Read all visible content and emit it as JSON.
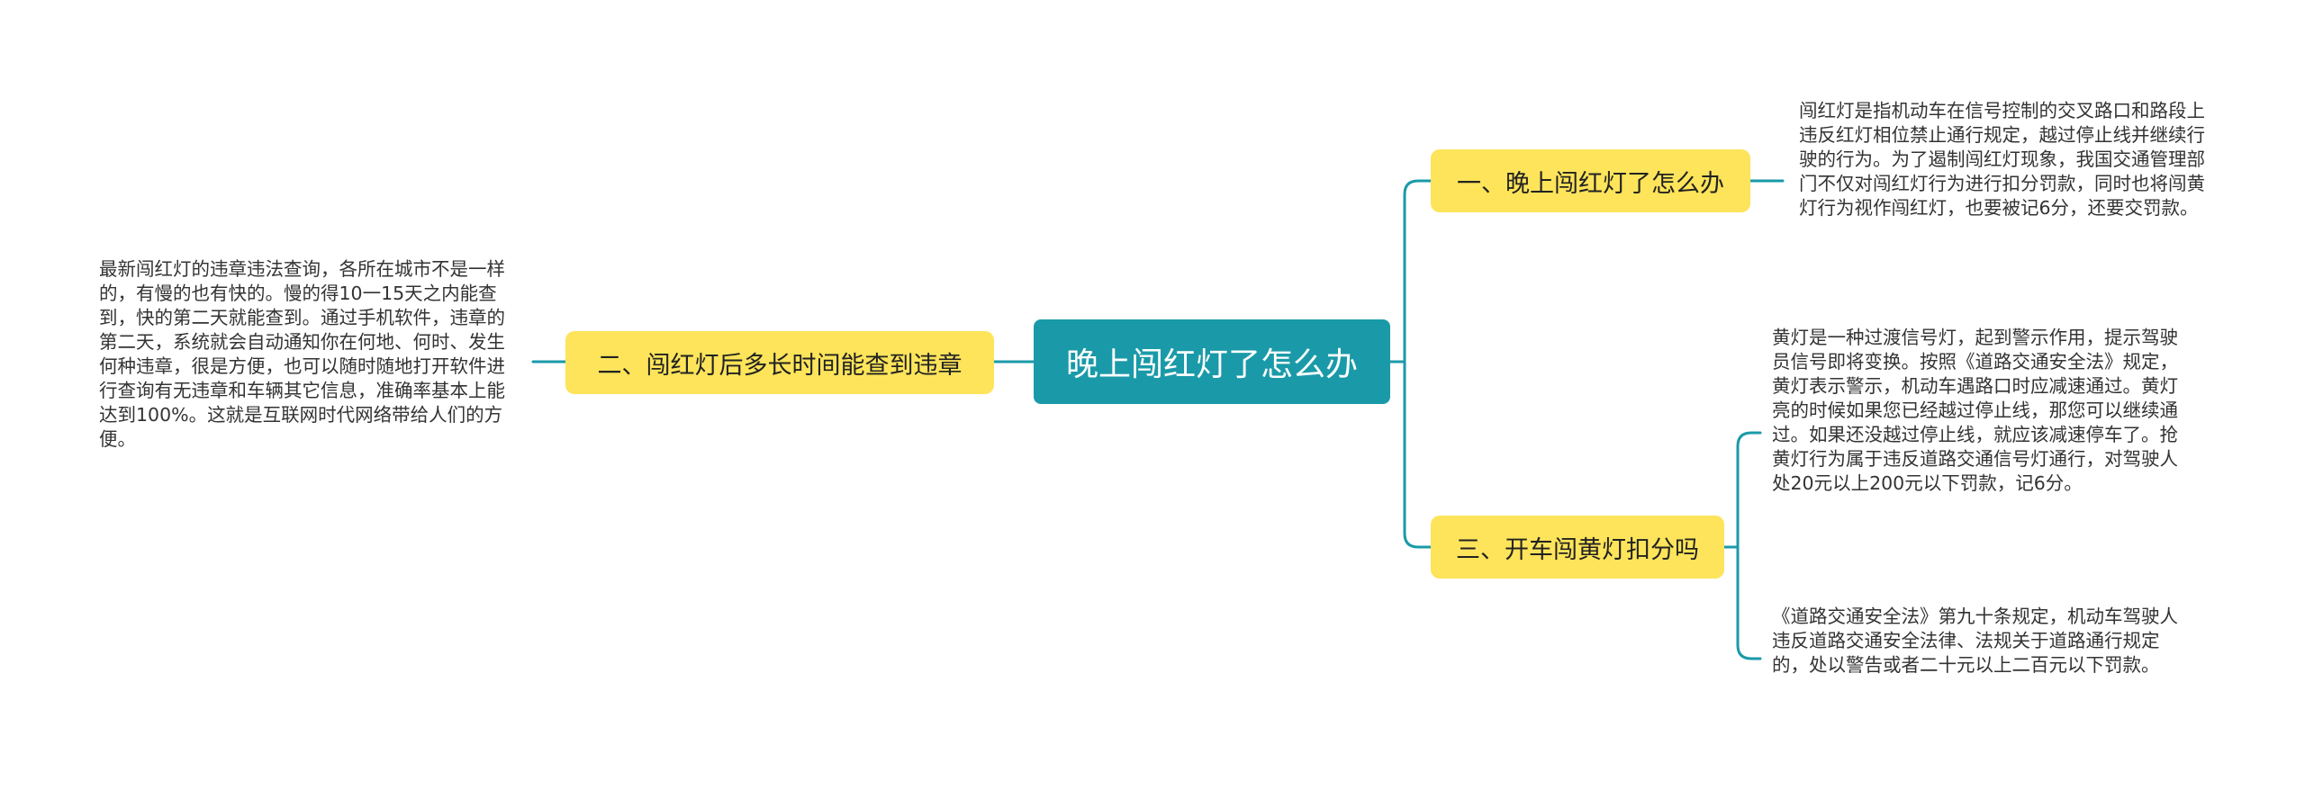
{
  "map": {
    "root": "晚上闯红灯了怎么办",
    "branches": [
      {
        "label": "一、晚上闯红灯了怎么办",
        "notes": [
          "闯红灯是指机动车在信号控制的交叉路口和路段上违反红灯相位禁止通行规定，越过停止线并继续行驶的行为。为了遏制闯红灯现象，我国交通管理部门不仅对闯红灯行为进行扣分罚款，同时也将闯黄灯行为视作闯红灯，也要被记6分，还要交罚款。"
        ]
      },
      {
        "label": "二、闯红灯后多长时间能查到违章",
        "notes": [
          "最新闯红灯的违章违法查询，各所在城市不是一样的，有慢的也有快的。慢的得10一15天之内能查到，快的第二天就能查到。通过手机软件，违章的第二天，系统就会自动通知你在何地、何时、发生何种违章，很是方便，也可以随时随地打开软件进行查询有无违章和车辆其它信息，准确率基本上能达到100%。这就是互联网时代网络带给人们的方便。"
        ]
      },
      {
        "label": "三、开车闯黄灯扣分吗",
        "notes": [
          "黄灯是一种过渡信号灯，起到警示作用，提示驾驶员信号即将变换。按照《道路交通安全法》规定，黄灯表示警示，机动车遇路口时应减速通过。黄灯亮的时候如果您已经越过停止线，那您可以继续通过。如果还没越过停止线，就应该减速停车了。抢黄灯行为属于违反道路交通信号灯通行，对驾驶人处20元以上200元以下罚款，记6分。",
          "《道路交通安全法》第九十条规定，机动车驾驶人违反道路交通安全法律、法规关于道路通行规定的，处以警告或者二十元以上二百元以下罚款。"
        ]
      }
    ]
  },
  "colors": {
    "root_fill": "#1a9aa8",
    "branch_fill": "#fde45a",
    "connector": "#1a9aa8",
    "note_text": "#333333"
  }
}
